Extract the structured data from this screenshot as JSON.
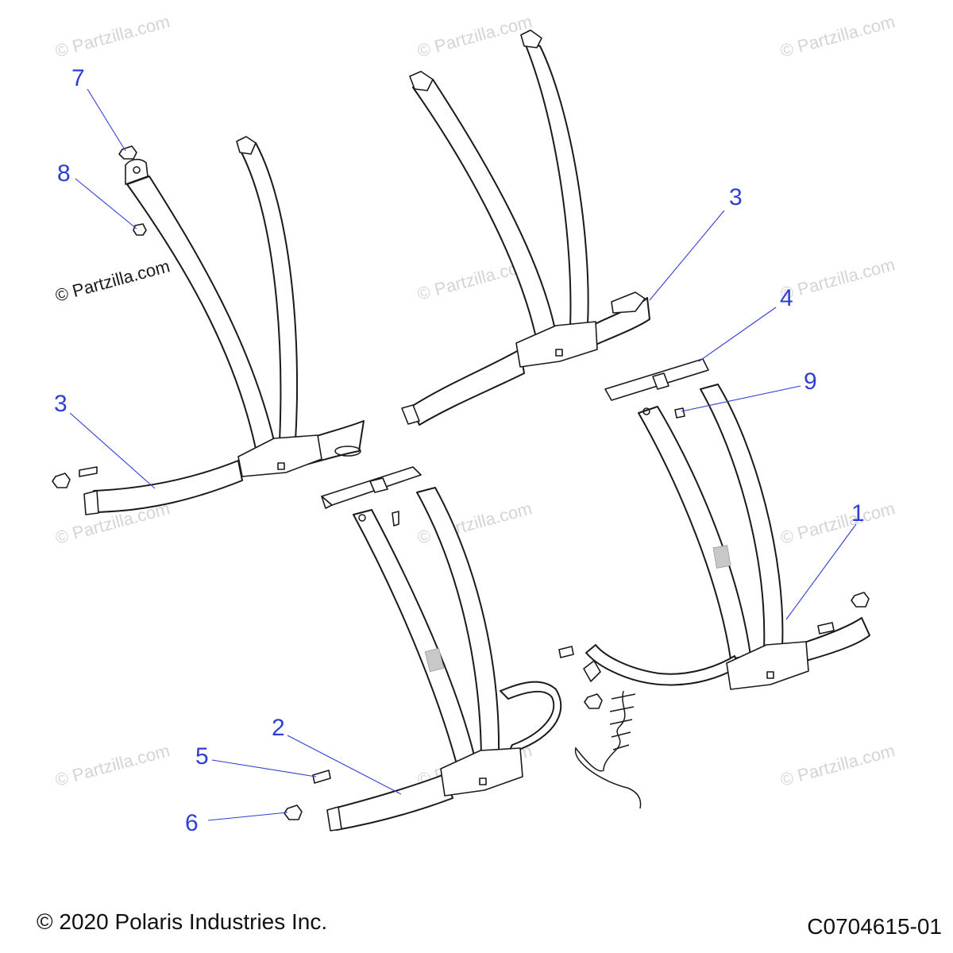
{
  "watermark": "© Partzilla.com",
  "callouts": [
    "1",
    "2",
    "3",
    "3",
    "4",
    "5",
    "6",
    "7",
    "8",
    "9"
  ],
  "footer": {
    "copyright": "© 2020 Polaris Industries Inc.",
    "part_code": "C0704615-01"
  },
  "colors": {
    "callout": "#2f3fd4",
    "line": "#1a1a1a",
    "watermark": "#d4d4d4"
  }
}
